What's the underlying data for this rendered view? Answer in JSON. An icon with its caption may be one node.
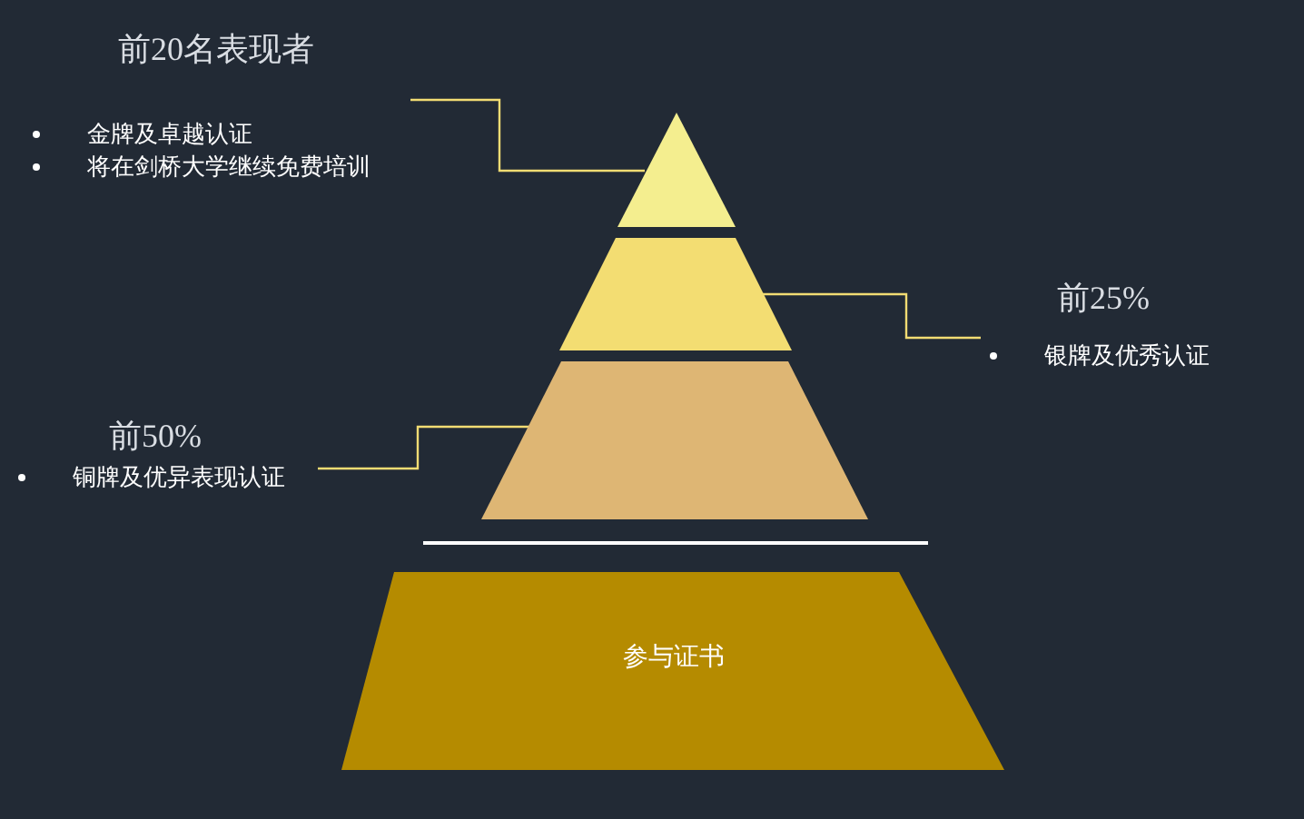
{
  "diagram": {
    "nodes": [
      {
        "text": [
          "前20名表现者",
          "金牌及卓越认证",
          "将在剑桥大学继续免费培训"
        ]
      },
      {
        "text": [],
        "shape": "triangle"
      },
      {
        "text": [],
        "shape": "trapezoid"
      },
      {
        "text": [],
        "shape": "trapezoid"
      },
      {
        "text": [
          "前25%",
          "银牌及优秀认证"
        ]
      },
      {
        "text": [
          "前50%",
          "铜牌及优异表现认证"
        ]
      },
      {
        "text": [
          "参与证书"
        ]
      }
    ],
    "edges": [
      {
        "from": 0,
        "to": 1,
        "arrow": "none"
      },
      {
        "from": 4,
        "to": 2,
        "arrow": "none"
      },
      {
        "from": 5,
        "to": 3,
        "arrow": "none"
      }
    ]
  }
}
